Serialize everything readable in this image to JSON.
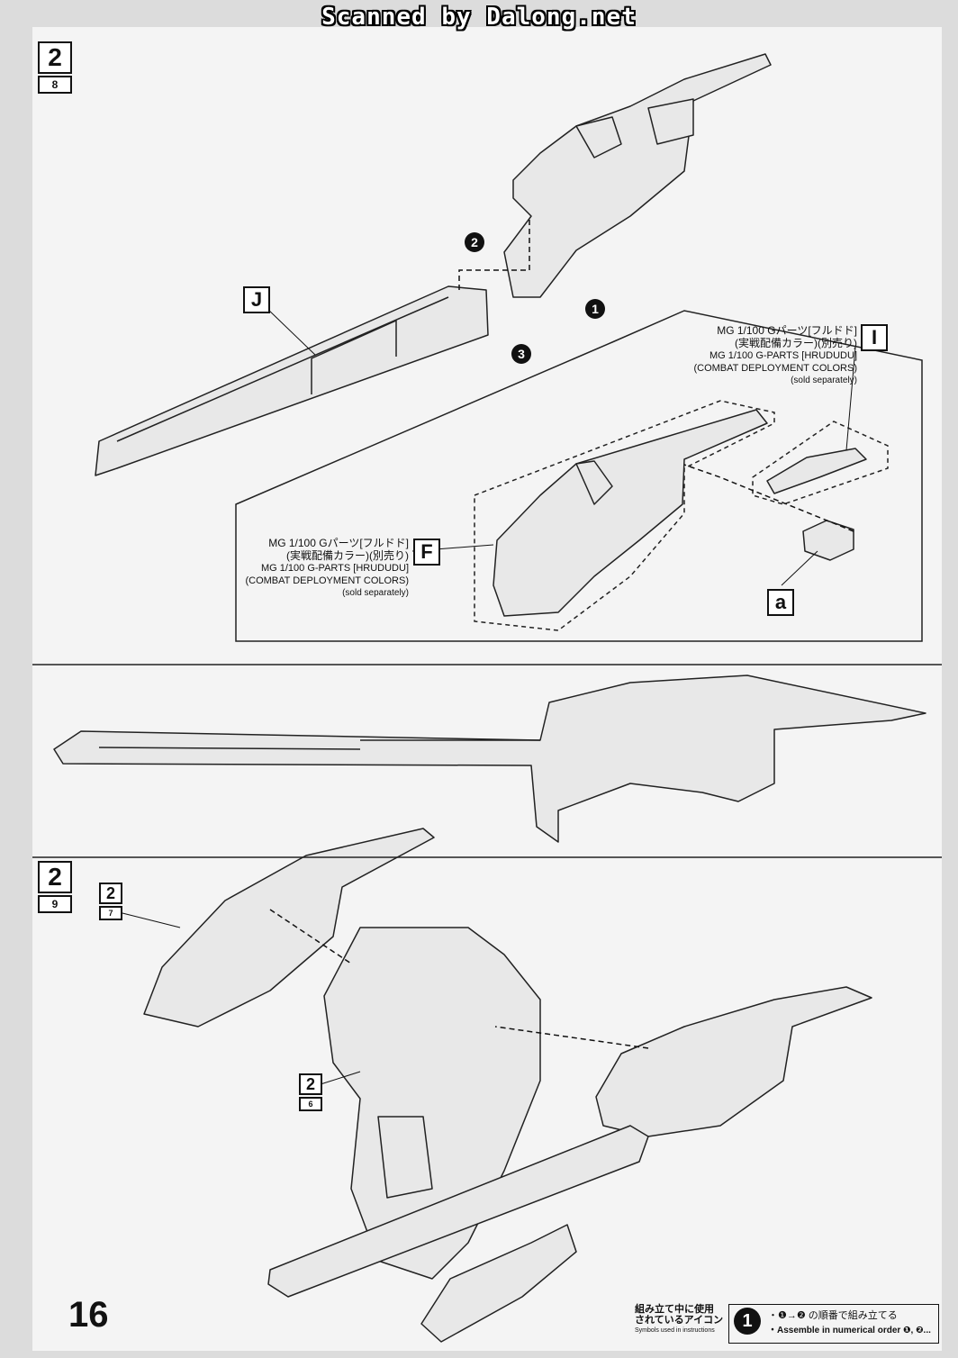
{
  "scan_credit": "Scanned by Dalong.net",
  "page_number": "16",
  "step_8": {
    "number": "2",
    "sub": "8"
  },
  "step_9": {
    "number": "2",
    "sub": "9"
  },
  "ref_7": {
    "number": "2",
    "sub": "7"
  },
  "ref_6": {
    "number": "2",
    "sub": "6"
  },
  "parts": {
    "j": "J",
    "i": "I",
    "f": "F",
    "a": "a"
  },
  "order_marks": {
    "one": "1",
    "two": "2",
    "three": "3"
  },
  "gparts_i": {
    "jp_name": "MG 1/100 Gパーツ[フルドド]",
    "jp_note": "(実戦配備カラー)(別売り)",
    "en_name": "MG 1/100 G-PARTS [HRUDUDU]",
    "en_colors": "(COMBAT DEPLOYMENT COLORS)",
    "en_sold": "(sold separately)"
  },
  "gparts_f": {
    "jp_name": "MG 1/100 Gパーツ[フルドド]",
    "jp_note": "(実戦配備カラー)(別売り)",
    "en_name": "MG 1/100 G-PARTS [HRUDUDU]",
    "en_colors": "(COMBAT DEPLOYMENT COLORS)",
    "en_sold": "(sold separately)"
  },
  "legend": {
    "title_jp_1": "組み立て中に使用",
    "title_jp_2": "されているアイコン",
    "title_en": "Symbols used in instructions",
    "icon": "1",
    "jp": "・❶→❷ の順番で組み立てる",
    "en": "・Assemble in numerical order ❶, ❷..."
  },
  "colors": {
    "part_fill": "#e8e8e8",
    "ink": "#111111",
    "page": "#f4f4f4"
  }
}
